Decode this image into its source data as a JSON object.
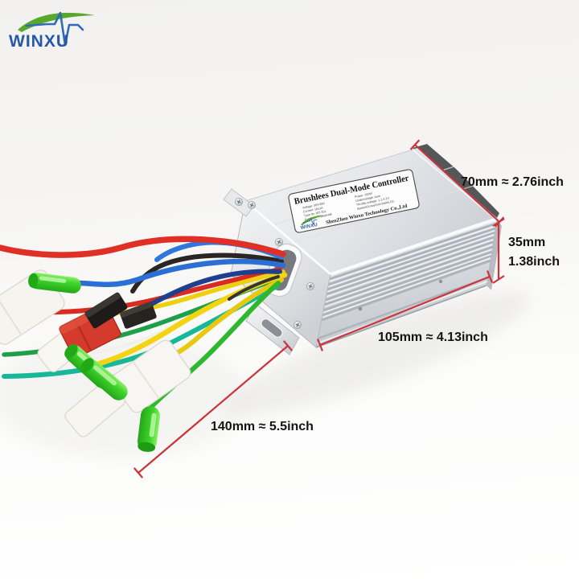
{
  "scene": "product-photo-ebike-motor-controller-with-dimension-annotations",
  "logo": {
    "brand": "WINXU"
  },
  "product": {
    "label": {
      "title": "Brushlees Dual-Mode Controller",
      "specs_left": [
        "Voltage: 36V/48V",
        "Current: 18±1A",
        "Type №: WT-351",
        "Function: Phase/Hall"
      ],
      "specs_right": [
        "Power: 350W",
        "Undervoltage: Auto",
        "Throttle voltage: 1.1-4.2V",
        "Speed/Cruise/Anti-theft/LCD"
      ],
      "company": "ShenZhen Winxu Technology Co.,Ltd",
      "brand_small": "WINXU"
    }
  },
  "dimensions": {
    "width": {
      "text": "70mm ≈ 2.76inch"
    },
    "height": {
      "line1": "35mm",
      "line2": "1.38inch"
    },
    "length": {
      "text": "105mm ≈ 4.13inch"
    },
    "cable": {
      "text": "140mm ≈ 5.5inch"
    }
  },
  "colors": {
    "accent_dimension_red": "#c9353b",
    "logo_blue": "#2559a8",
    "logo_green": "#58a82c",
    "case_silver": "#d8dbdf",
    "connector_green": "#3fd62b",
    "connector_red": "#d43b2c",
    "connector_white": "#f7f6f2",
    "connector_black": "#1e1c1a",
    "wire_red": "#e03026",
    "wire_yellow": "#f2d410",
    "wire_blue": "#2b6fd4",
    "wire_navy": "#1f3f8f",
    "wire_teal": "#17b89a",
    "wire_green": "#1ea04a",
    "wire_black": "#2a2624",
    "wire_white": "#f2f0ea"
  }
}
